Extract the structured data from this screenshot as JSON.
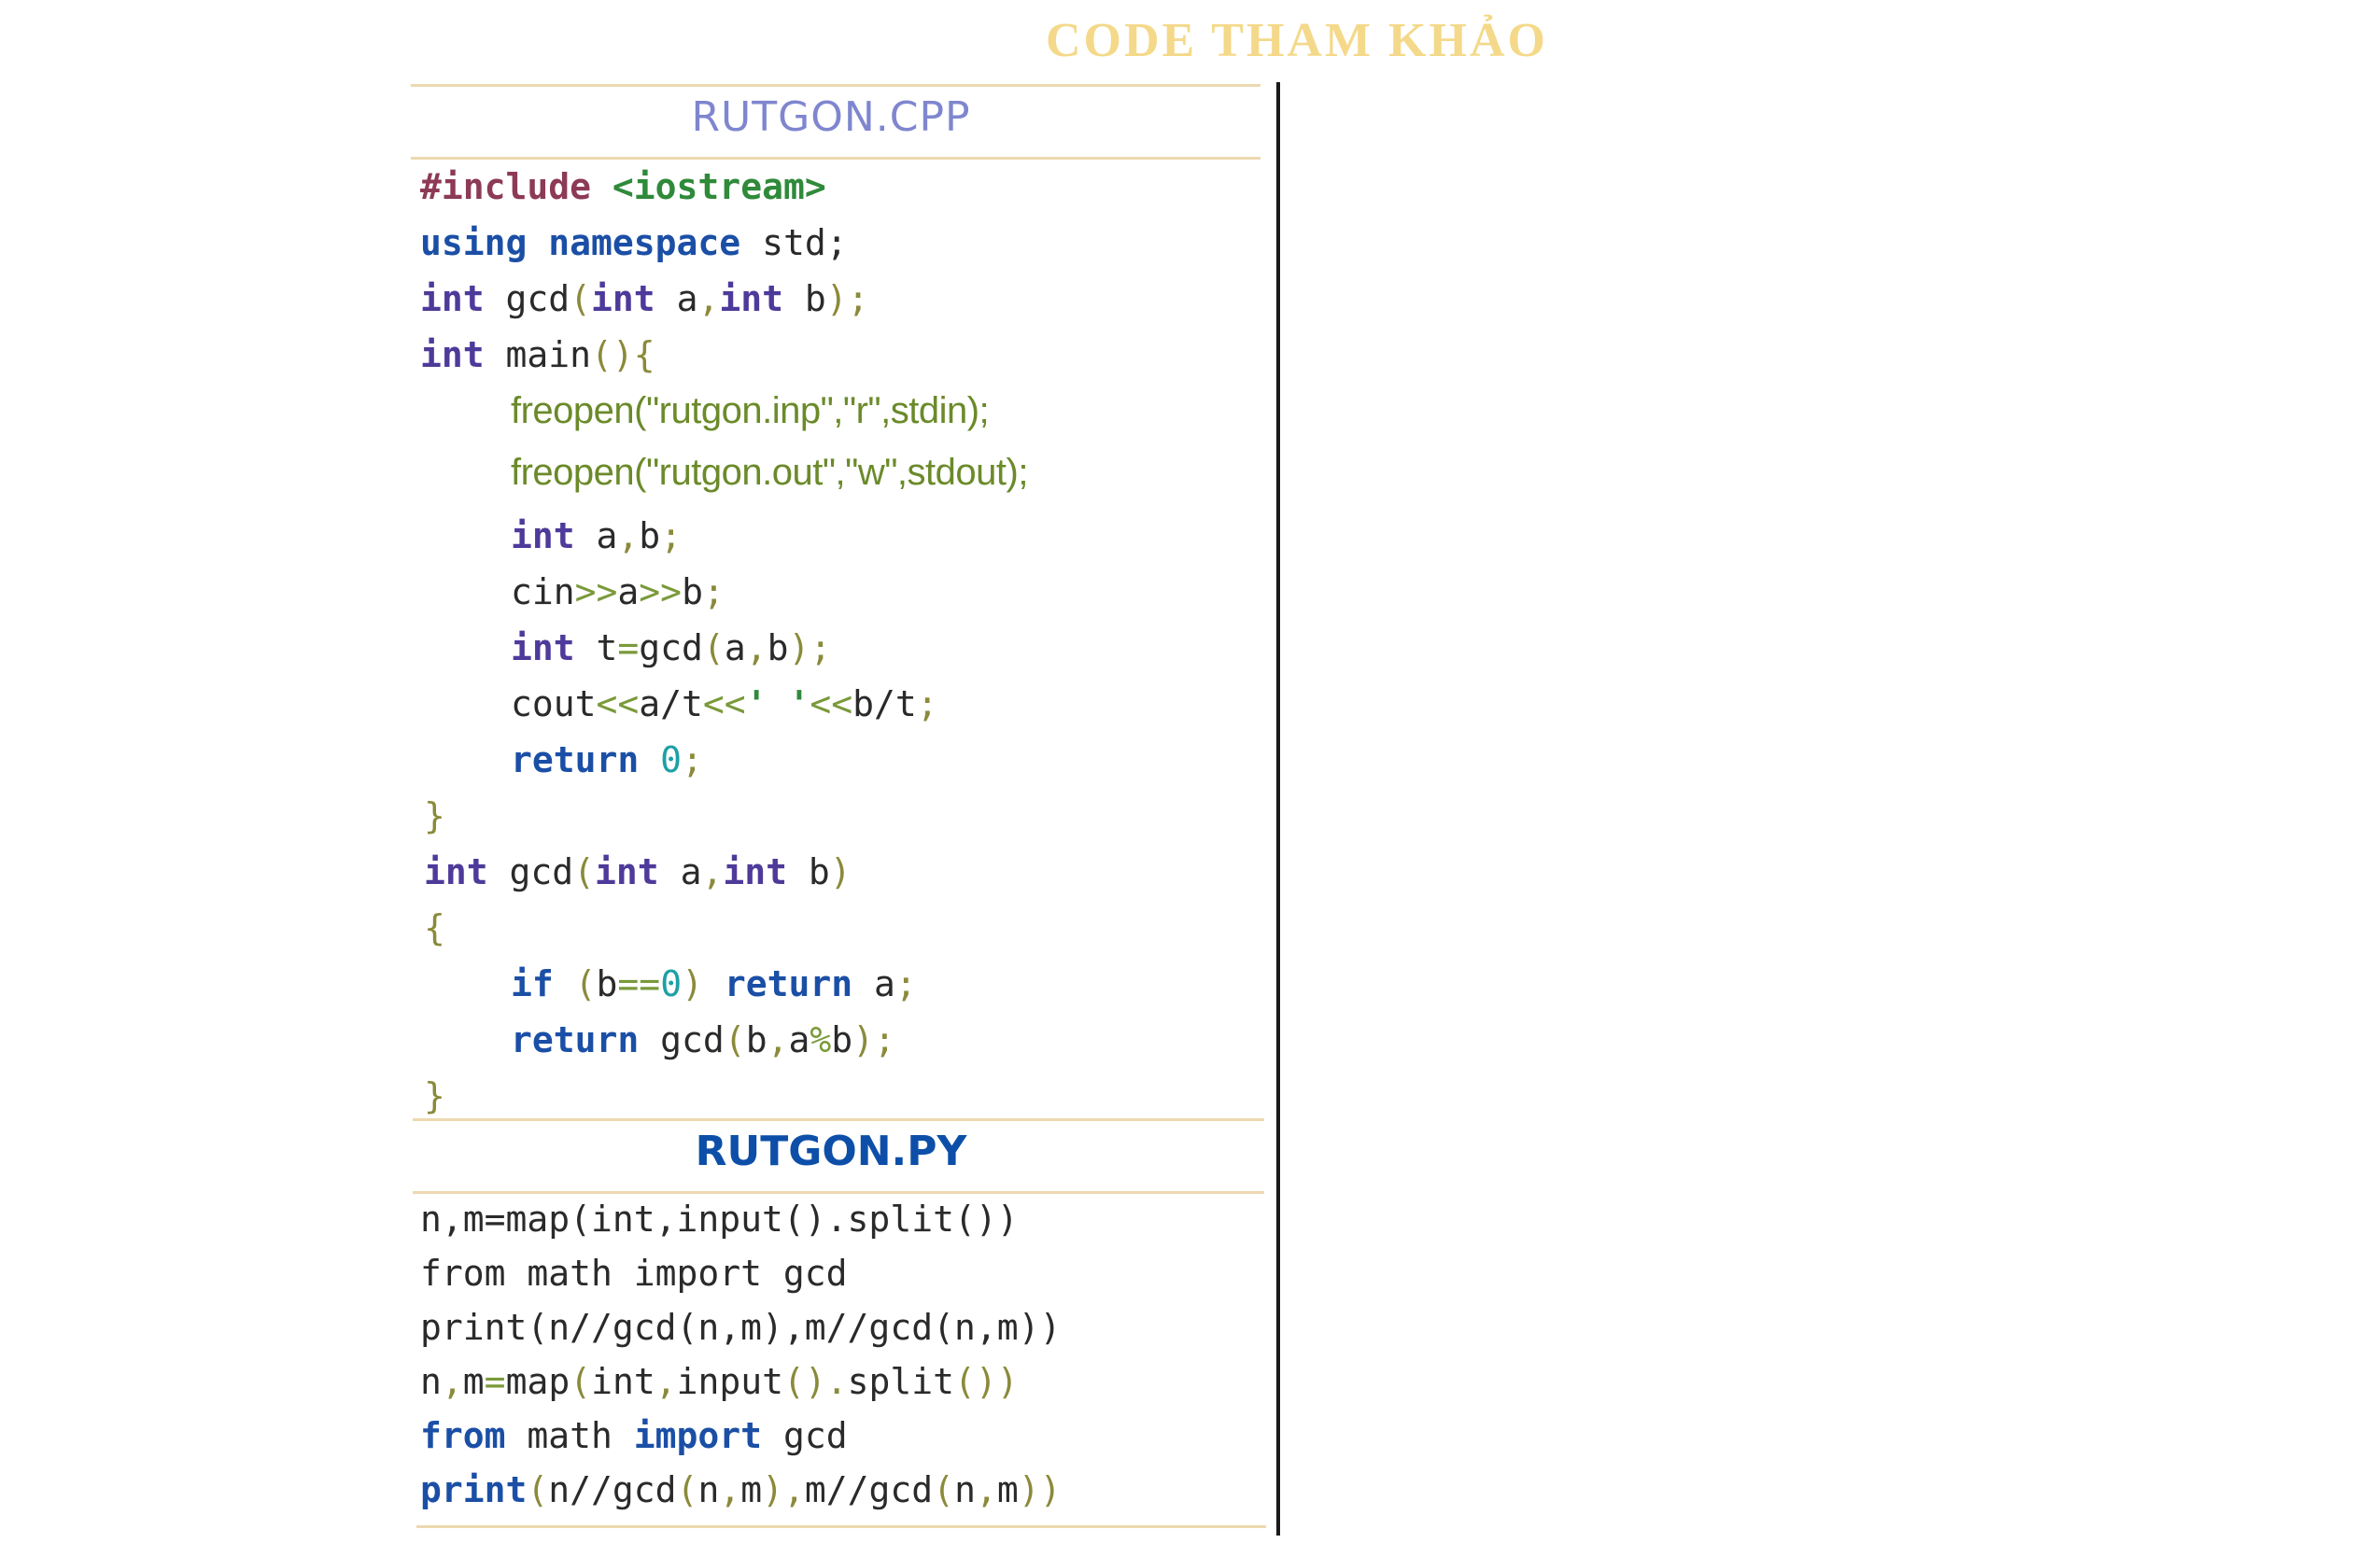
{
  "page_title": "CODE THAM KHẢO",
  "cpp": {
    "title": "RUTGON.CPP",
    "lines": {
      "l1_pp": "#include",
      "l1_str": "<iostream>",
      "l2_kw1": "using",
      "l2_kw2": "namespace",
      "l2_rest": " std;",
      "l3_t1": "int",
      "l3_a": " gcd",
      "l3_p1": "(",
      "l3_t2": "int",
      "l3_b": " a",
      "l3_c": ",",
      "l3_t3": "int",
      "l3_d": " b",
      "l3_e": ");",
      "l4_t": "int",
      "l4_a": " main",
      "l4_b": "(){",
      "l5": "freopen(\"rutgon.inp\",\"r\",stdin);",
      "l6": "freopen(\"rutgon.out\",\"w\",stdout);",
      "l7_t": "int",
      "l7_a": " a",
      "l7_b": ",",
      "l7_c": "b",
      "l7_d": ";",
      "l8_a": "cin",
      "l8_b": ">>",
      "l8_c": "a",
      "l8_d": ">>",
      "l8_e": "b",
      "l8_f": ";",
      "l9_t": "int",
      "l9_a": " t",
      "l9_b": "=",
      "l9_c": "gcd",
      "l9_d": "(",
      "l9_e": "a",
      "l9_f": ",",
      "l9_g": "b",
      "l9_h": ");",
      "l10_a": "cout",
      "l10_b": "<<",
      "l10_c": "a/t",
      "l10_d": "<<",
      "l10_e": "' '",
      "l10_f": "<<",
      "l10_g": "b/t",
      "l10_h": ";",
      "l11_kw": "return",
      "l11_n": " 0",
      "l11_e": ";",
      "l12": "}",
      "l13_t1": "int",
      "l13_a": " gcd",
      "l13_p": "(",
      "l13_t2": "int",
      "l13_b": " a",
      "l13_c": ",",
      "l13_t3": "int",
      "l13_d": " b",
      "l13_e": ")",
      "l14": "{",
      "l15_kw": "if",
      "l15_a": " (",
      "l15_b": "b",
      "l15_c": "==",
      "l15_n": "0",
      "l15_d": ")",
      "l15_kw2": " return",
      "l15_e": " a",
      "l15_f": ";",
      "l16_kw": "return",
      "l16_a": " gcd",
      "l16_b": "(",
      "l16_c": "b",
      "l16_d": ",",
      "l16_e": "a",
      "l16_f": "%",
      "l16_g": "b",
      "l16_h": ");",
      "l17": "}"
    }
  },
  "py": {
    "title": "RUTGON.PY",
    "lines": {
      "p1": "n,m=map(int,input().split())",
      "p2": "from math import gcd",
      "p3": "print(n//gcd(n,m),m//gcd(n,m))",
      "p4_a": "n",
      "p4_b": ",",
      "p4_c": "m",
      "p4_d": "=",
      "p4_e": "map",
      "p4_f": "(",
      "p4_g": "int",
      "p4_h": ",",
      "p4_i": "input",
      "p4_j": "().",
      "p4_k": "split",
      "p4_l": "())",
      "p5_kw1": "from",
      "p5_a": " math ",
      "p5_kw2": "import",
      "p5_b": " gcd",
      "p6_kw": "print",
      "p6_a": "(",
      "p6_b": "n//gcd",
      "p6_c": "(",
      "p6_d": "n",
      "p6_e": ",",
      "p6_f": "m",
      "p6_g": "),",
      "p6_h": "m//gcd",
      "p6_i": "(",
      "p6_j": "n",
      "p6_k": ",",
      "p6_l": "m",
      "p6_m": "))"
    }
  },
  "colors": {
    "title": "#f4d98a",
    "rule": "#edd9b0",
    "keyword": "#1b4fa6",
    "type": "#4e3a9a",
    "preprocessor": "#8d3a55",
    "string": "#2f8a3a",
    "number": "#1ca0a6"
  }
}
